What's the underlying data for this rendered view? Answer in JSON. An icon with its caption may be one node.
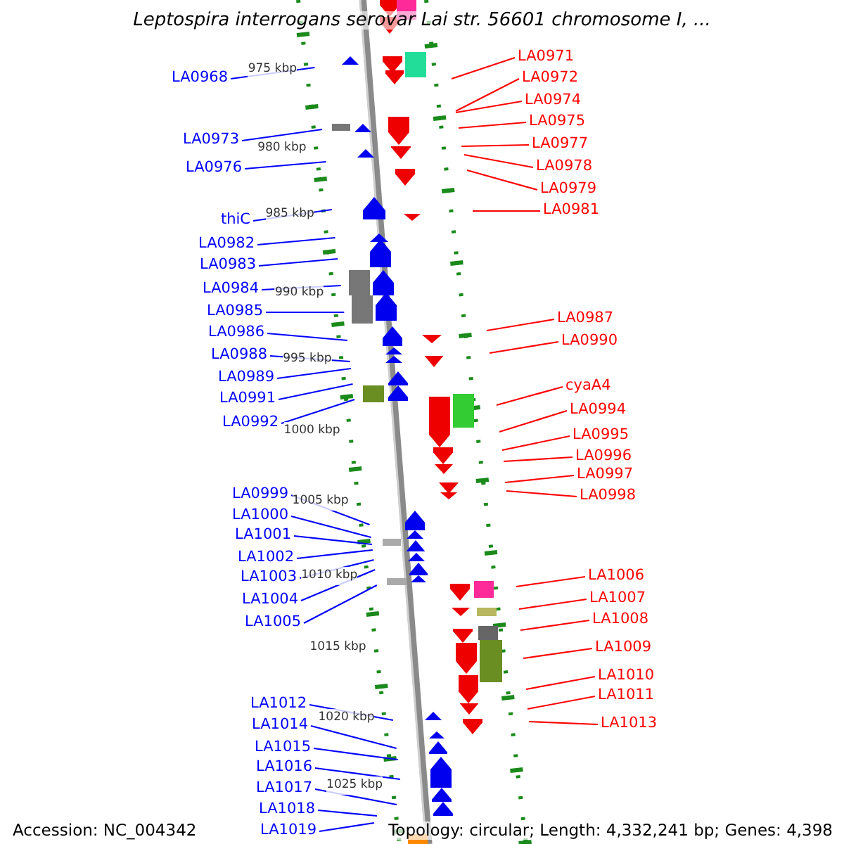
{
  "diagram": {
    "title": "Leptospira interrogans serovar Lai str. 56601 chromosome I, ...",
    "nodes": [
      {
        "text": [
          "LA0968"
        ]
      },
      {
        "text": [
          "LA0973"
        ]
      },
      {
        "text": [
          "LA0976"
        ]
      },
      {
        "text": [
          "thiC"
        ]
      },
      {
        "text": [
          "LA0982"
        ]
      },
      {
        "text": [
          "LA0983"
        ]
      },
      {
        "text": [
          "LA0984"
        ]
      },
      {
        "text": [
          "LA0985"
        ]
      },
      {
        "text": [
          "LA0986"
        ]
      },
      {
        "text": [
          "LA0988"
        ]
      },
      {
        "text": [
          "LA0989"
        ]
      },
      {
        "text": [
          "LA0991"
        ]
      },
      {
        "text": [
          "LA0992"
        ]
      },
      {
        "text": [
          "LA0999"
        ]
      },
      {
        "text": [
          "LA1000"
        ]
      },
      {
        "text": [
          "LA1001"
        ]
      },
      {
        "text": [
          "LA1002"
        ]
      },
      {
        "text": [
          "LA1003"
        ]
      },
      {
        "text": [
          "LA1004"
        ]
      },
      {
        "text": [
          "LA1005"
        ]
      },
      {
        "text": [
          "LA1012"
        ]
      },
      {
        "text": [
          "LA1014"
        ]
      },
      {
        "text": [
          "LA1015"
        ]
      },
      {
        "text": [
          "LA1016"
        ]
      },
      {
        "text": [
          "LA1017"
        ]
      },
      {
        "text": [
          "LA1018"
        ]
      },
      {
        "text": [
          "LA1019"
        ]
      },
      {
        "text": [
          "LA0971"
        ]
      },
      {
        "text": [
          "LA0972"
        ]
      },
      {
        "text": [
          "LA0974"
        ]
      },
      {
        "text": [
          "LA0975"
        ]
      },
      {
        "text": [
          "LA0977"
        ]
      },
      {
        "text": [
          "LA0978"
        ]
      },
      {
        "text": [
          "LA0979"
        ]
      },
      {
        "text": [
          "LA0981"
        ]
      },
      {
        "text": [
          "LA0987"
        ]
      },
      {
        "text": [
          "LA0990"
        ]
      },
      {
        "text": [
          "cyaA4"
        ]
      },
      {
        "text": [
          "LA0994"
        ]
      },
      {
        "text": [
          "LA0995"
        ]
      },
      {
        "text": [
          "LA0996"
        ]
      },
      {
        "text": [
          "LA0997"
        ]
      },
      {
        "text": [
          "LA0998"
        ]
      },
      {
        "text": [
          "LA1006"
        ]
      },
      {
        "text": [
          "LA1007"
        ]
      },
      {
        "text": [
          "LA1008"
        ]
      },
      {
        "text": [
          "LA1009"
        ]
      },
      {
        "text": [
          "LA1010"
        ]
      },
      {
        "text": [
          "LA1011"
        ]
      },
      {
        "text": [
          "LA1013"
        ]
      }
    ],
    "edges": [
      {
        "from": 0,
        "to": null,
        "arrow": "none"
      },
      {
        "from": 1,
        "to": null,
        "arrow": "none"
      },
      {
        "from": 2,
        "to": null,
        "arrow": "none"
      },
      {
        "from": 3,
        "to": null,
        "arrow": "none"
      },
      {
        "from": 4,
        "to": null,
        "arrow": "none"
      },
      {
        "from": 5,
        "to": null,
        "arrow": "none"
      },
      {
        "from": 6,
        "to": null,
        "arrow": "none"
      },
      {
        "from": 7,
        "to": null,
        "arrow": "none"
      },
      {
        "from": 8,
        "to": null,
        "arrow": "none"
      },
      {
        "from": 9,
        "to": null,
        "arrow": "none"
      },
      {
        "from": 10,
        "to": null,
        "arrow": "none"
      },
      {
        "from": 11,
        "to": null,
        "arrow": "none"
      },
      {
        "from": 12,
        "to": null,
        "arrow": "none"
      },
      {
        "from": 13,
        "to": null,
        "arrow": "none"
      },
      {
        "from": 14,
        "to": null,
        "arrow": "none"
      },
      {
        "from": 15,
        "to": null,
        "arrow": "none"
      },
      {
        "from": 16,
        "to": null,
        "arrow": "none"
      },
      {
        "from": 17,
        "to": null,
        "arrow": "none"
      },
      {
        "from": 18,
        "to": null,
        "arrow": "none"
      },
      {
        "from": 19,
        "to": null,
        "arrow": "none"
      },
      {
        "from": 20,
        "to": null,
        "arrow": "none"
      },
      {
        "from": 21,
        "to": null,
        "arrow": "none"
      },
      {
        "from": 22,
        "to": null,
        "arrow": "none"
      },
      {
        "from": 23,
        "to": null,
        "arrow": "none"
      },
      {
        "from": 24,
        "to": null,
        "arrow": "none"
      },
      {
        "from": 25,
        "to": null,
        "arrow": "none"
      },
      {
        "from": 26,
        "to": null,
        "arrow": "none"
      },
      {
        "from": 27,
        "to": null,
        "arrow": "none",
        "color": "#ff0000"
      },
      {
        "from": 28,
        "to": null,
        "arrow": "none",
        "color": "#ff0000"
      },
      {
        "from": 29,
        "to": null,
        "arrow": "none",
        "color": "#ff0000"
      },
      {
        "from": 30,
        "to": null,
        "arrow": "none",
        "color": "#ff0000"
      },
      {
        "from": 31,
        "to": null,
        "arrow": "none",
        "color": "#ff0000"
      },
      {
        "from": 32,
        "to": null,
        "arrow": "none",
        "color": "#ff0000"
      },
      {
        "from": 33,
        "to": null,
        "arrow": "none",
        "color": "#ff0000"
      },
      {
        "from": 34,
        "to": null,
        "arrow": "none",
        "color": "#ff0000"
      },
      {
        "from": 35,
        "to": null,
        "arrow": "none",
        "color": "#ff0000"
      },
      {
        "from": 36,
        "to": null,
        "arrow": "none",
        "color": "#ff0000"
      },
      {
        "from": 37,
        "to": null,
        "arrow": "none",
        "color": "#ff0000"
      },
      {
        "from": 38,
        "to": null,
        "arrow": "none",
        "color": "#ff0000"
      },
      {
        "from": 39,
        "to": null,
        "arrow": "none",
        "color": "#ff0000"
      },
      {
        "from": 40,
        "to": null,
        "arrow": "none",
        "color": "#ff0000"
      },
      {
        "from": 41,
        "to": null,
        "arrow": "none",
        "color": "#ff0000"
      },
      {
        "from": 42,
        "to": null,
        "arrow": "none",
        "color": "#ff0000"
      },
      {
        "from": 43,
        "to": null,
        "arrow": "none",
        "color": "#ff0000"
      },
      {
        "from": 44,
        "to": null,
        "arrow": "none",
        "color": "#ff0000"
      },
      {
        "from": 45,
        "to": null,
        "arrow": "none",
        "color": "#ff0000"
      },
      {
        "from": 46,
        "to": null,
        "arrow": "none",
        "color": "#ff0000"
      },
      {
        "from": 47,
        "to": null,
        "arrow": "none",
        "color": "#ff0000"
      },
      {
        "from": 48,
        "to": null,
        "arrow": "none",
        "color": "#ff0000"
      },
      {
        "from": 49,
        "to": null,
        "arrow": "none",
        "color": "#ff0000"
      }
    ],
    "labels": [
      "975 kbp",
      "980 kbp",
      "985 kbp",
      "990 kbp",
      "995 kbp",
      "1000 kbp",
      "1005 kbp",
      "1010 kbp",
      "1015 kbp",
      "1020 kbp",
      "1025 kbp",
      "Accession: NC_004342",
      "Topology: circular; Length: 4,332,241 bp; Genes: 4,398"
    ]
  }
}
